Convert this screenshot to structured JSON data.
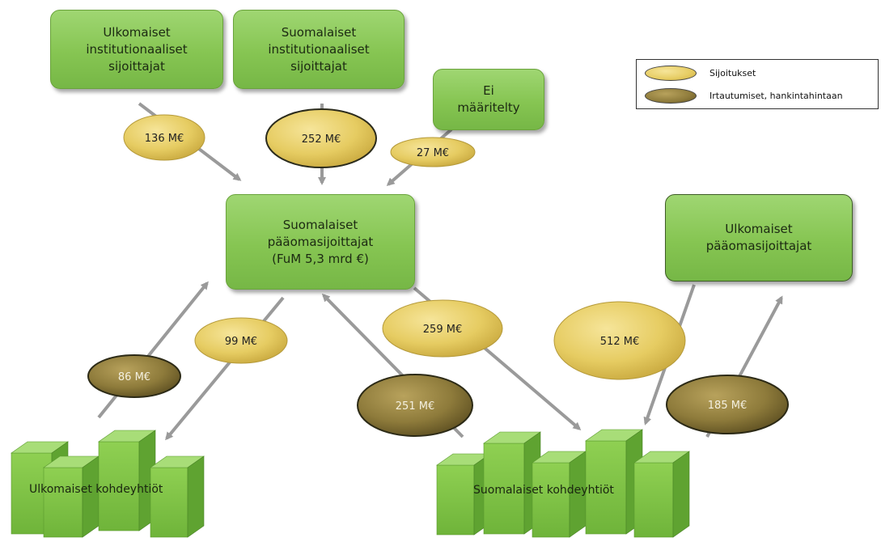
{
  "nodes": {
    "foreign_institutional": "Ulkomaiset\ninstitutionaaliset\nsijoittajat",
    "finnish_institutional": "Suomalaiset\ninstitutionaaliset\nsijoittajat",
    "undefined": "Ei\nmääritelty",
    "finnish_pe": "Suomalaiset\npääomasijoittajat\n(FuM 5,3 mrd €)",
    "foreign_pe": "Ulkomaiset\npääomasijoittajat"
  },
  "clusters": {
    "foreign_targets": "Ulkomaiset kohdeyhtiöt",
    "finnish_targets": "Suomalaiset kohdeyhtiöt"
  },
  "legend": {
    "investments": "Sijoitukset",
    "divestments": "Irtautumiset, hankintahintaan"
  },
  "flows": {
    "f136": "136 M€",
    "f252": "252 M€",
    "f27": "27 M€",
    "f99": "99 M€",
    "f86": "86 M€",
    "f259": "259 M€",
    "f251": "251 M€",
    "f512": "512 M€",
    "f185": "185 M€"
  },
  "colors": {
    "investment": "#e8cf6a",
    "divestment": "#8c7a3a",
    "box_green": "#86c552",
    "arrow": "#9a9a9a"
  }
}
